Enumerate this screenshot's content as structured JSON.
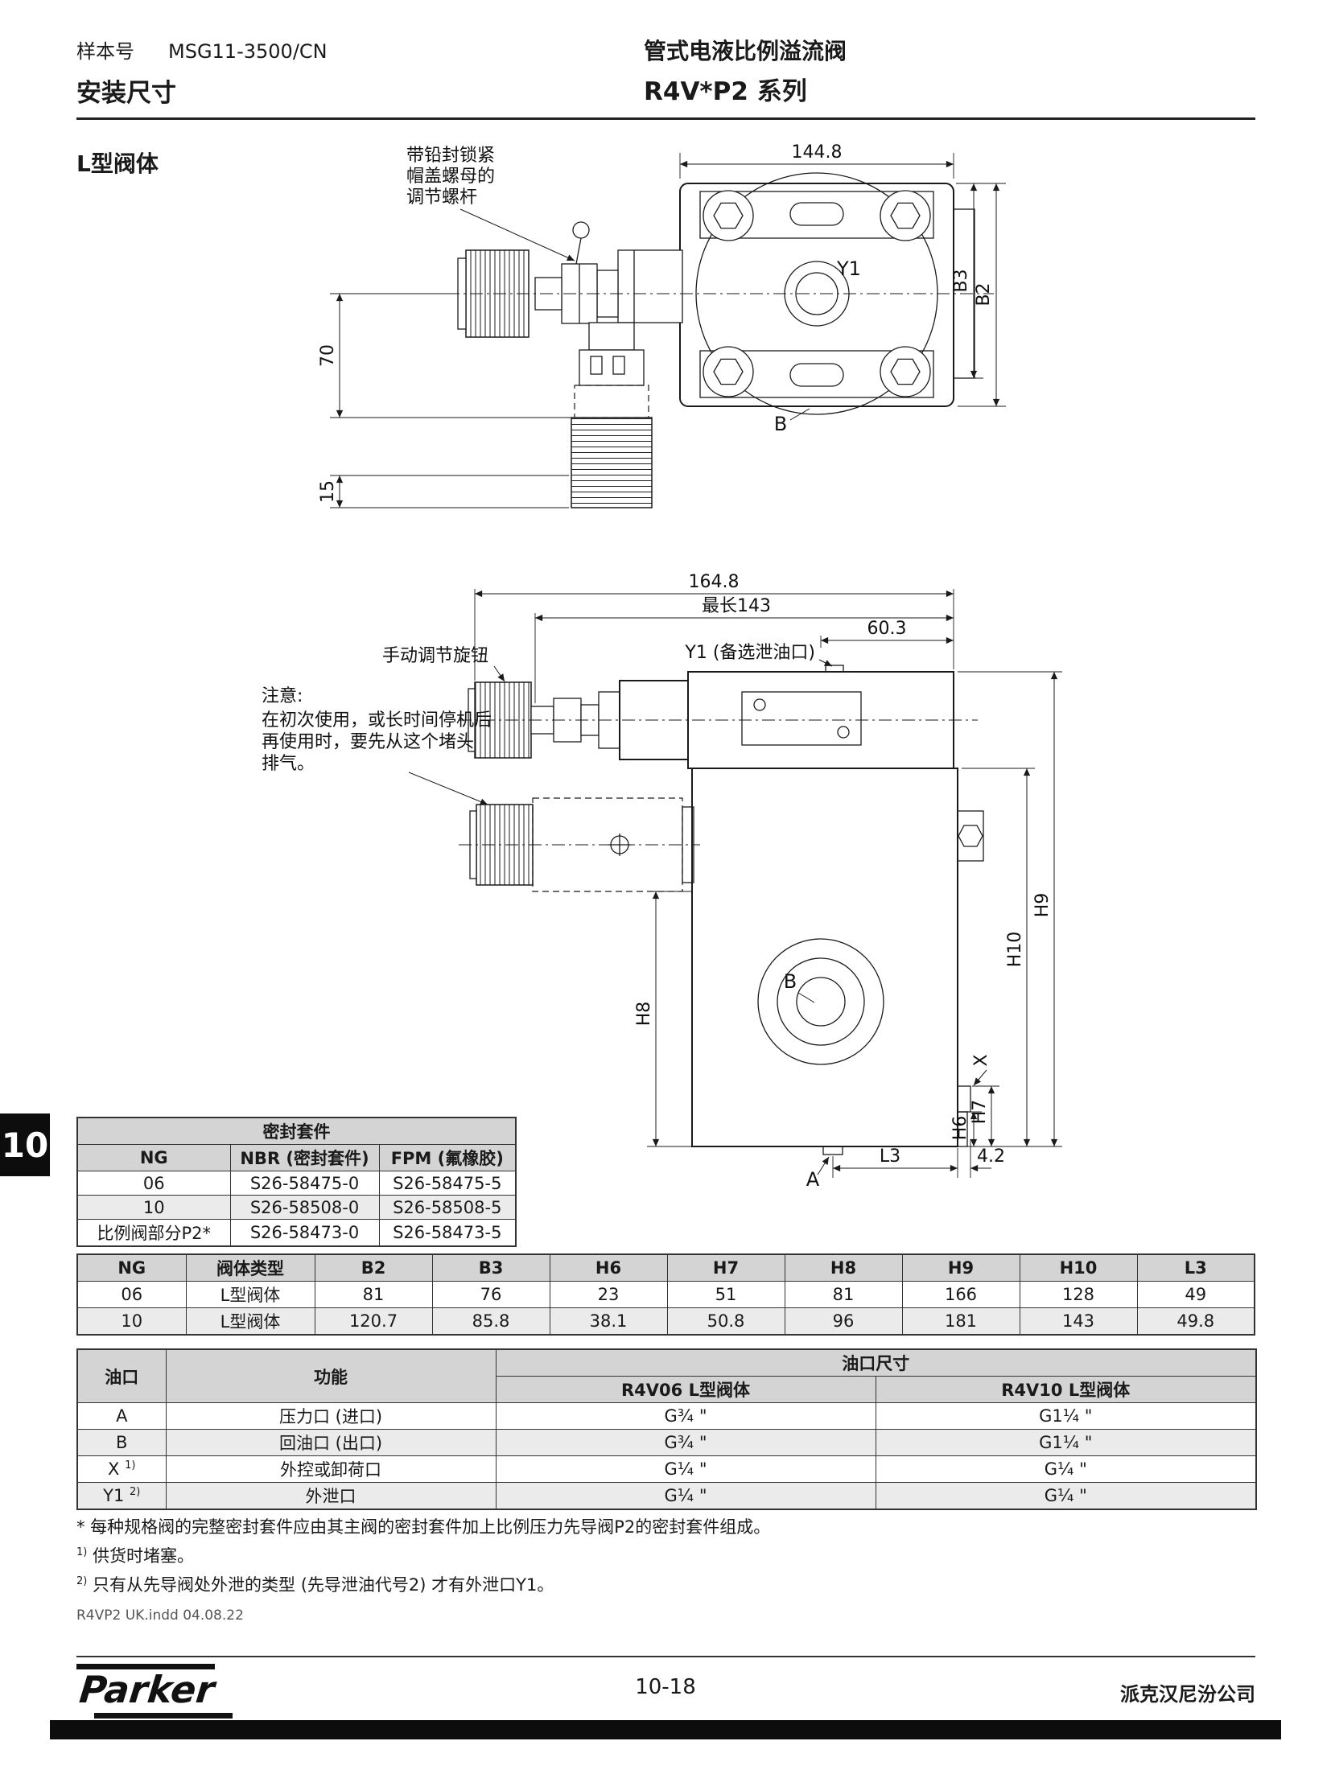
{
  "header": {
    "doc_label": "样本号",
    "doc_number": "MSG11-3500/CN",
    "section_title": "安装尺寸",
    "product_line1": "管式电液比例溢流阀",
    "product_line2": "R4V*P2 系列"
  },
  "body_label": "L型阀体",
  "chapter_tab": "10",
  "drawing_top": {
    "annotation_line1": "带铅封锁紧",
    "annotation_line2": "帽盖螺母的",
    "annotation_line3": "调节螺杆",
    "dim_width": "144.8",
    "dim_b3": "B3",
    "dim_b2": "B2",
    "dim_70": "70",
    "dim_15": "15",
    "port_y1": "Y1",
    "port_b": "B"
  },
  "drawing_side": {
    "dim_total": "164.8",
    "dim_max": "最长143",
    "dim_603": "60.3",
    "label_y1": "Y1 (备选泄油口)",
    "label_knob": "手动调节旋钮",
    "note_title": "注意:",
    "note_line1": "在初次使用，或长时间停机后",
    "note_line2": "再使用时，要先从这个堵头",
    "note_line3": "排气。",
    "dim_h9": "H9",
    "dim_h10": "H10",
    "dim_h8": "H8",
    "dim_h7": "H7",
    "dim_h6": "H6",
    "dim_x": "X",
    "port_b": "B",
    "port_a": "A",
    "dim_l3": "L3",
    "dim_42": "4.2"
  },
  "seal_table": {
    "title": "密封套件",
    "headers": [
      "NG",
      "NBR (密封套件)",
      "FPM (氟橡胶)"
    ],
    "rows": [
      [
        "06",
        "S26-58475-0",
        "S26-58475-5"
      ],
      [
        "10",
        "S26-58508-0",
        "S26-58508-5"
      ],
      [
        "比例阀部分P2*",
        "S26-58473-0",
        "S26-58473-5"
      ]
    ]
  },
  "dim_table": {
    "headers": [
      "NG",
      "阀体类型",
      "B2",
      "B3",
      "H6",
      "H7",
      "H8",
      "H9",
      "H10",
      "L3"
    ],
    "rows": [
      [
        "06",
        "L型阀体",
        "81",
        "76",
        "23",
        "51",
        "81",
        "166",
        "128",
        "49"
      ],
      [
        "10",
        "L型阀体",
        "120.7",
        "85.8",
        "38.1",
        "50.8",
        "96",
        "181",
        "143",
        "49.8"
      ]
    ]
  },
  "port_table": {
    "col_port": "油口",
    "col_function": "功能",
    "col_size": "油口尺寸",
    "col_size06": "R4V06 L型阀体",
    "col_size10": "R4V10 L型阀体",
    "rows": [
      {
        "port": "A",
        "sup": "",
        "function": "压力口 (进口)",
        "size06": "G¾ \"",
        "size10": "G1¼ \""
      },
      {
        "port": "B",
        "sup": "",
        "function": "回油口 (出口)",
        "size06": "G¾ \"",
        "size10": "G1¼ \""
      },
      {
        "port": "X",
        "sup": "1)",
        "function": "外控或卸荷口",
        "size06": "G¼ \"",
        "size10": "G¼ \""
      },
      {
        "port": "Y1",
        "sup": "2)",
        "function": "外泄口",
        "size06": "G¼ \"",
        "size10": "G¼ \""
      }
    ]
  },
  "footnotes": [
    {
      "sup": "",
      "text": "* 每种规格阀的完整密封套件应由其主阀的密封套件加上比例压力先导阀P2的密封套件组成。"
    },
    {
      "sup": "1)",
      "text": "供货时堵塞。"
    },
    {
      "sup": "2)",
      "text": "只有从先导阀处外泄的类型 (先导泄油代号2) 才有外泄口Y1。"
    }
  ],
  "imprint": "R4VP2 UK.indd  04.08.22",
  "footer": {
    "page_number": "10-18",
    "company": "派克汉尼汾公司",
    "logo": "Parker"
  }
}
